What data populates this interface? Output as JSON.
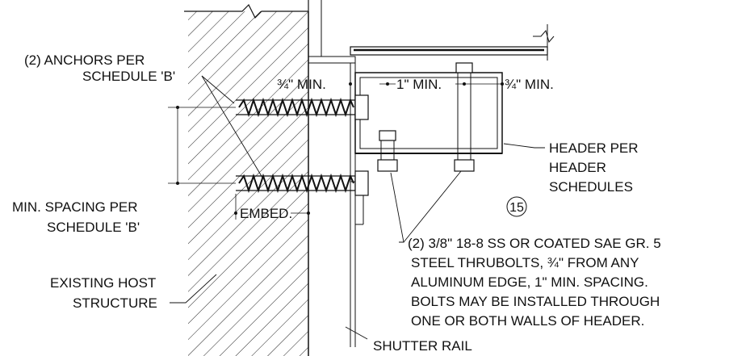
{
  "drawing": {
    "anchors_label_line1": "(2) ANCHORS PER",
    "anchors_label_line2": "SCHEDULE 'B'",
    "min_spacing_line1": "MIN. SPACING PER",
    "min_spacing_line2": "SCHEDULE 'B'",
    "existing_host_line1": "EXISTING HOST",
    "existing_host_line2": "STRUCTURE",
    "embed_label": "EMBED.",
    "dim_left": "¾\" MIN.",
    "dim_center": "1\" MIN.",
    "dim_right": "¾\" MIN.",
    "header_line1": "HEADER PER",
    "header_line2": "HEADER",
    "header_line3": "SCHEDULES",
    "detail_number": "15",
    "bolts_line1": "(2) 3/8\" 18-8 SS OR COATED SAE GR. 5",
    "bolts_line2": "STEEL THRUBOLTS, ¾\" FROM ANY",
    "bolts_line3": "ALUMINUM EDGE, 1\" MIN. SPACING.",
    "bolts_line4": "BOLTS MAY BE INSTALLED THROUGH",
    "bolts_line5": "ONE OR BOTH WALLS OF HEADER.",
    "shutter_rail": "SHUTTER RAIL"
  },
  "colors": {
    "ink": "#111111",
    "background": "#ffffff"
  }
}
